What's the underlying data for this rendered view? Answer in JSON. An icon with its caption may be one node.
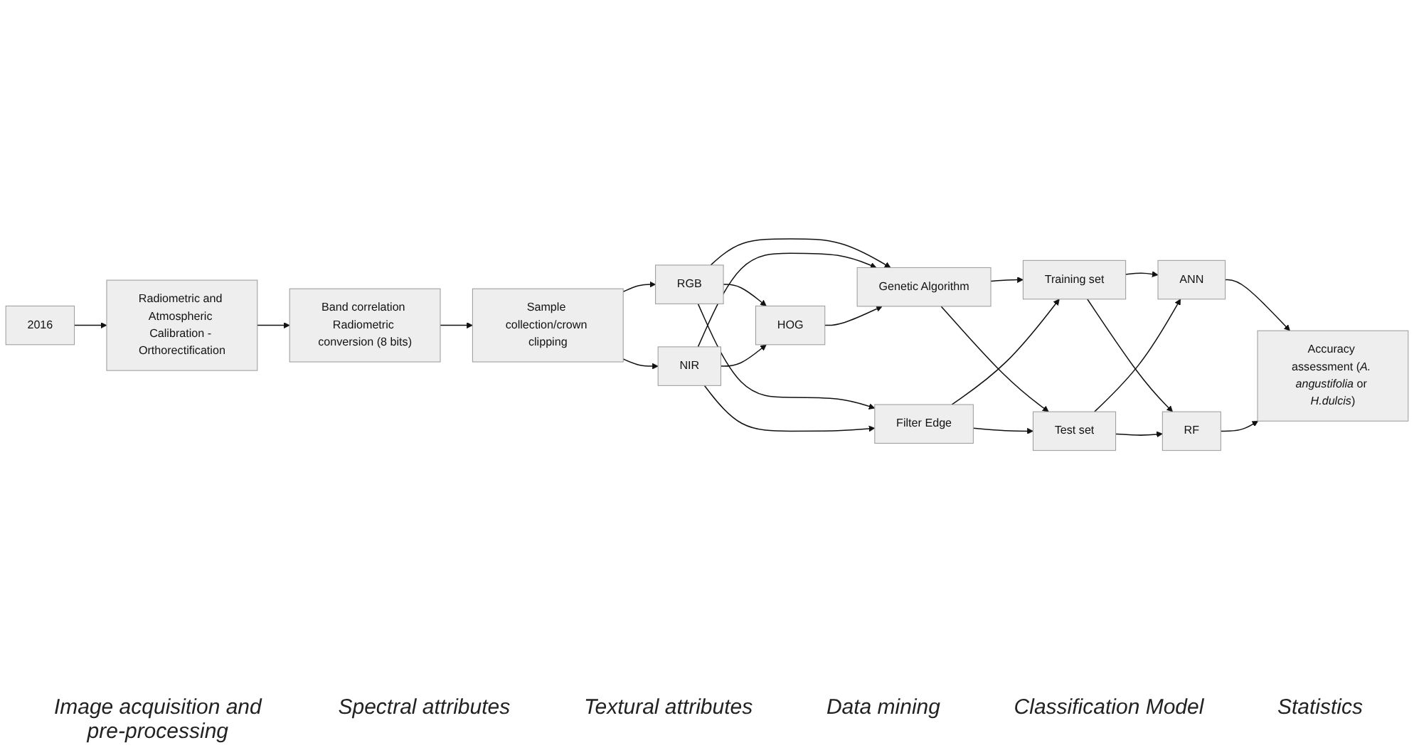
{
  "diagram": {
    "nodes": [
      {
        "text": [
          "2016"
        ]
      },
      {
        "text": [
          "Radiometric and Atmospheric Calibration - Orthorectification"
        ]
      },
      {
        "text": [
          "Band correlation Radiometric conversion (8 bits)"
        ]
      },
      {
        "text": [
          "Sample collection/crown clipping"
        ]
      },
      {
        "text": [
          "RGB"
        ]
      },
      {
        "text": [
          "HOG"
        ]
      },
      {
        "text": [
          "NIR"
        ]
      },
      {
        "text": [
          "Filter Edge"
        ]
      },
      {
        "text": [
          "Genetic Algorithm"
        ]
      },
      {
        "text": [
          "Training set"
        ]
      },
      {
        "text": [
          "Test set"
        ]
      },
      {
        "text": [
          "ANN"
        ]
      },
      {
        "text": [
          "RF"
        ]
      },
      {
        "text": [
          "Accuracy assessment (*A. angustifolia* or *H.dulcis*)"
        ]
      }
    ],
    "edges": [
      {
        "from": 0,
        "to": 1,
        "arrow": "to"
      },
      {
        "from": 1,
        "to": 2,
        "arrow": "to"
      },
      {
        "from": 2,
        "to": 3,
        "arrow": "to"
      },
      {
        "from": 3,
        "to": 4,
        "arrow": "to"
      },
      {
        "from": 3,
        "to": 6,
        "arrow": "to"
      },
      {
        "from": 4,
        "to": 5,
        "arrow": "to"
      },
      {
        "from": 4,
        "to": 8,
        "arrow": "to"
      },
      {
        "from": 4,
        "to": 7,
        "arrow": "to"
      },
      {
        "from": 6,
        "to": 5,
        "arrow": "to"
      },
      {
        "from": 6,
        "to": 8,
        "arrow": "to"
      },
      {
        "from": 6,
        "to": 7,
        "arrow": "to"
      },
      {
        "from": 5,
        "to": 8,
        "arrow": "to"
      },
      {
        "from": 8,
        "to": 9,
        "arrow": "to"
      },
      {
        "from": 8,
        "to": 10,
        "arrow": "to"
      },
      {
        "from": 7,
        "to": 9,
        "arrow": "to"
      },
      {
        "from": 7,
        "to": 10,
        "arrow": "to"
      },
      {
        "from": 9,
        "to": 11,
        "arrow": "to"
      },
      {
        "from": 9,
        "to": 12,
        "arrow": "to"
      },
      {
        "from": 10,
        "to": 11,
        "arrow": "to"
      },
      {
        "from": 10,
        "to": 12,
        "arrow": "to"
      },
      {
        "from": 11,
        "to": 13,
        "arrow": "to"
      },
      {
        "from": 12,
        "to": 13,
        "arrow": "to"
      }
    ],
    "labels": [
      "Image acquisition and pre-processing",
      "Spectral attributes",
      "Textural attributes",
      "Data mining",
      "Classification Model",
      "Statistics"
    ]
  }
}
